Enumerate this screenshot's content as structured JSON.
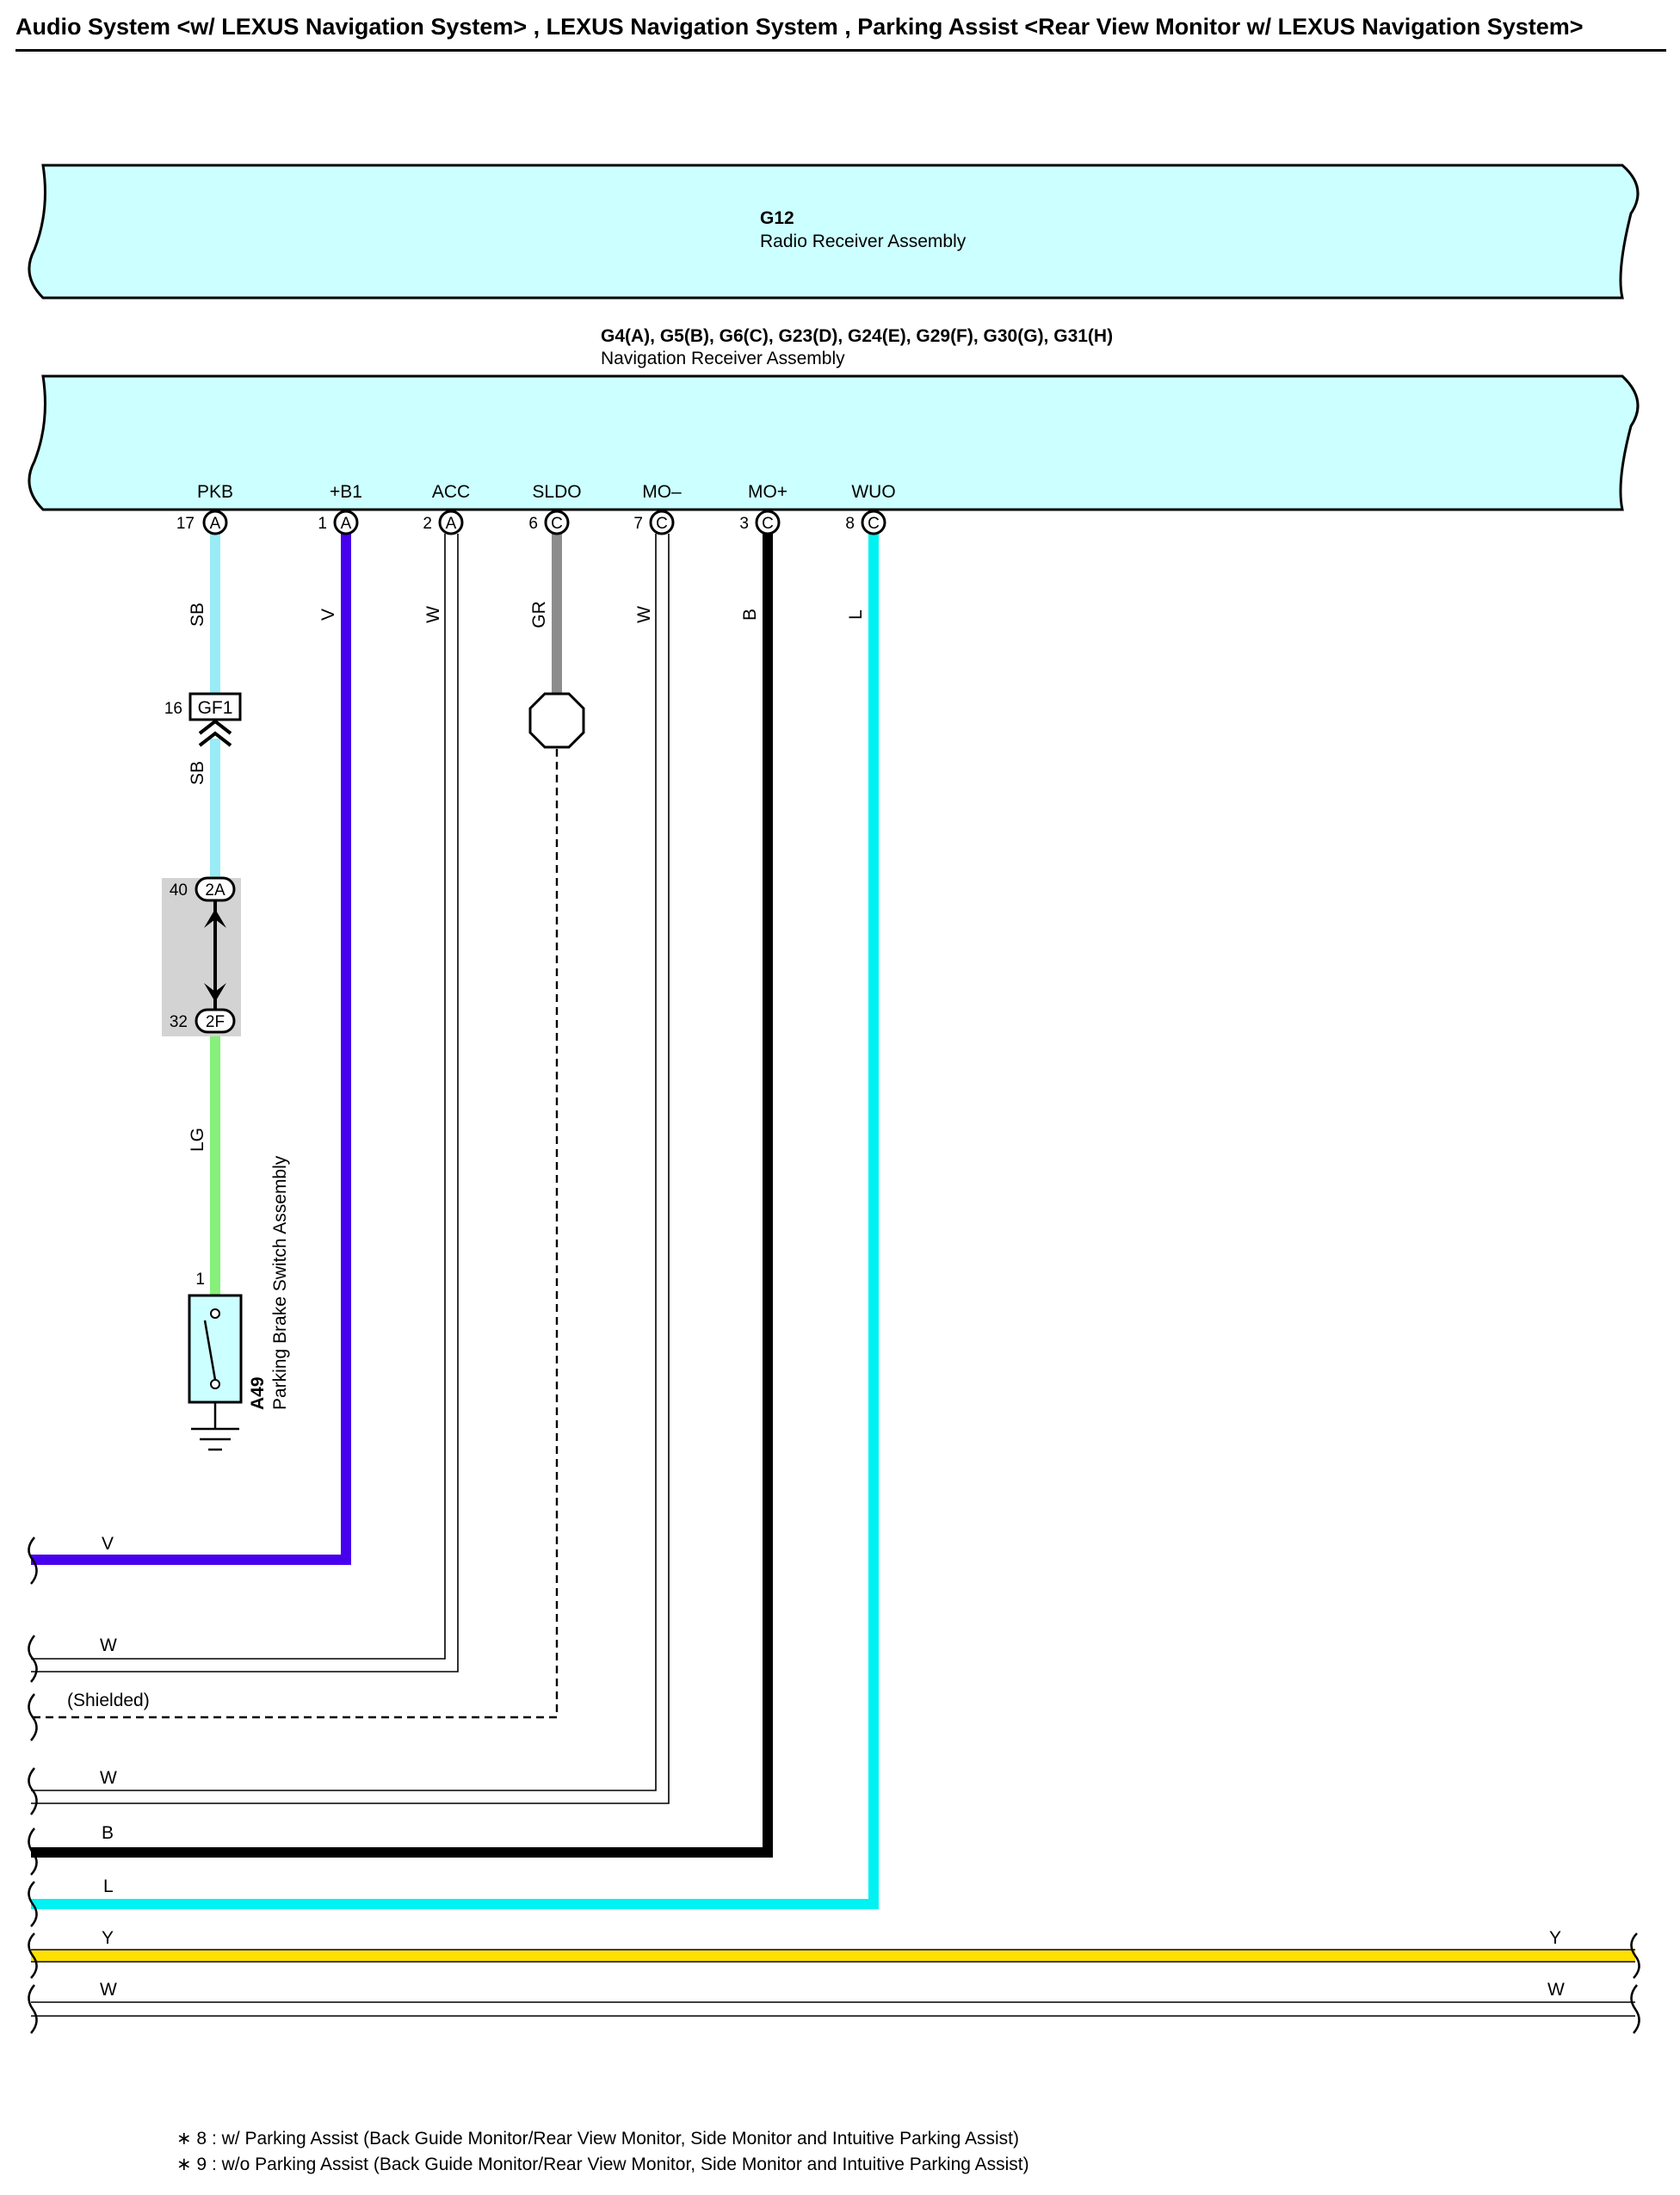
{
  "title": "Audio System <w/ LEXUS Navigation System> , LEXUS Navigation System , Parking Assist <Rear View Monitor w/ LEXUS Navigation System>",
  "components": {
    "radio": {
      "code": "G12",
      "name": "Radio Receiver Assembly"
    },
    "nav": {
      "code": "G4(A), G5(B), G6(C), G23(D), G24(E), G29(F), G30(G), G31(H)",
      "name": "Navigation Receiver Assembly"
    },
    "brake_switch": {
      "code": "A49",
      "name": "Parking Brake Switch Assembly",
      "pin": "1"
    }
  },
  "terminals": [
    {
      "name": "PKB",
      "pin": "17",
      "connector": "A",
      "wire": "SB"
    },
    {
      "name": "+B1",
      "pin": "1",
      "connector": "A",
      "wire": "V"
    },
    {
      "name": "ACC",
      "pin": "2",
      "connector": "A",
      "wire": "W"
    },
    {
      "name": "SLDO",
      "pin": "6",
      "connector": "C",
      "wire": "GR"
    },
    {
      "name": "MO–",
      "pin": "7",
      "connector": "C",
      "wire": "W"
    },
    {
      "name": "MO+",
      "pin": "3",
      "connector": "C",
      "wire": "B"
    },
    {
      "name": "WUO",
      "pin": "8",
      "connector": "C",
      "wire": "L"
    }
  ],
  "junctions": {
    "gf1": {
      "pin": "16",
      "code": "GF1",
      "wire_below": "SB"
    },
    "top": {
      "pin": "40",
      "code": "2A"
    },
    "bottom": {
      "pin": "32",
      "code": "2F",
      "wire_below": "LG"
    }
  },
  "bottom_wires": {
    "v": "V",
    "w1": "W",
    "shielded": "(Shielded)",
    "w2": "W",
    "b": "B",
    "l": "L",
    "y_left": "Y",
    "y_right": "Y",
    "w3_left": "W",
    "w3_right": "W"
  },
  "wire_colors": {
    "SB": "#99ecf5",
    "V": "#4700ee",
    "W": "#ffffff",
    "GR": "#8c8c8c",
    "B": "#000000",
    "L": "#00f2f2",
    "LG": "#86f07a",
    "Y": "#ffe000",
    "component_fill": "#ccffff",
    "junction_fill": "#d3d3d3"
  },
  "notes": [
    "∗ 8 : w/ Parking Assist (Back Guide Monitor/Rear View Monitor,  Side Monitor and Intuitive Parking Assist)",
    "∗ 9 : w/o Parking Assist (Back Guide Monitor/Rear View Monitor,  Side Monitor and Intuitive Parking Assist)"
  ]
}
